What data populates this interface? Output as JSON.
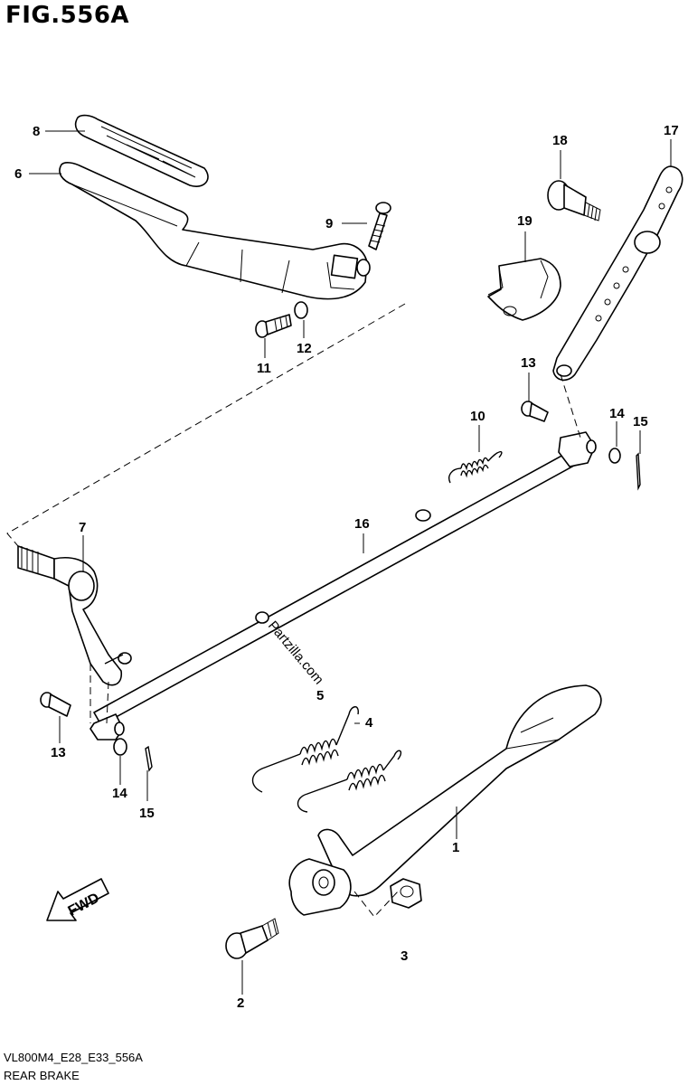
{
  "figure": {
    "title": "FIG.556A",
    "code": "VL800M4_E28_E33_556A",
    "name": "REAR BRAKE",
    "watermark": "Partzilla.com",
    "fwd_label": "FWD"
  },
  "callouts": {
    "c1": "1",
    "c2": "2",
    "c3": "3",
    "c4": "4",
    "c5": "5",
    "c6": "6",
    "c7": "7",
    "c8": "8",
    "c9": "9",
    "c10": "10",
    "c11": "11",
    "c12": "12",
    "c13a": "13",
    "c13b": "13",
    "c14a": "14",
    "c14b": "14",
    "c15a": "15",
    "c15b": "15",
    "c16": "16",
    "c17": "17",
    "c18": "18",
    "c19": "19"
  }
}
